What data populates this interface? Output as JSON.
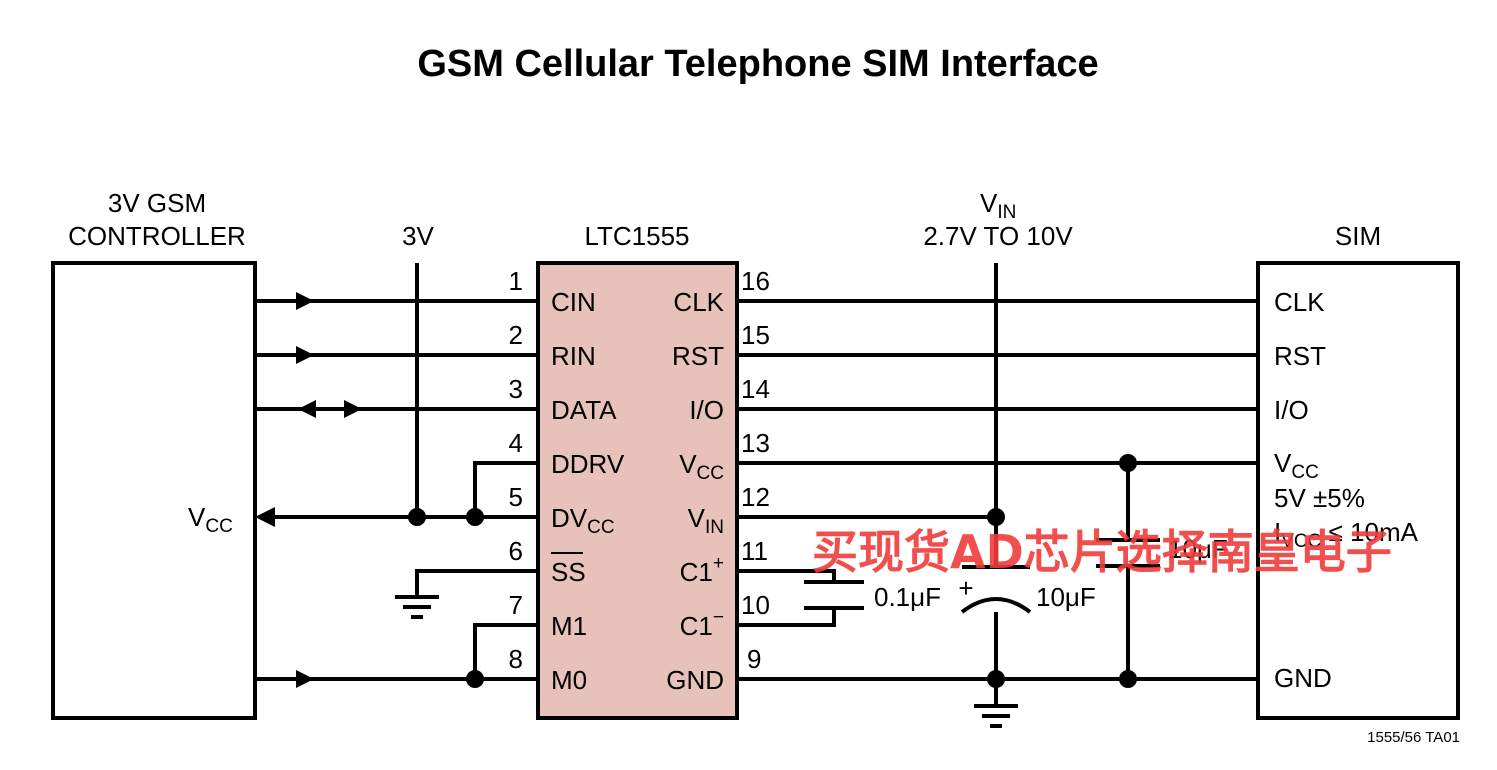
{
  "title": "GSM Cellular Telephone SIM Interface",
  "controller": {
    "label_line1": "3V GSM",
    "label_line2": "CONTROLLER",
    "vcc_main": "V",
    "vcc_sub": "CC"
  },
  "supply_3v": "3V",
  "vin": {
    "main": "V",
    "sub": "IN",
    "range": "2.7V TO 10V"
  },
  "chip": {
    "name": "LTC1555",
    "fill_color": "#e6c2bb",
    "left_pins": [
      {
        "num": "1",
        "name": "CIN"
      },
      {
        "num": "2",
        "name": "RIN"
      },
      {
        "num": "3",
        "name": "DATA"
      },
      {
        "num": "4",
        "name": "DDRV"
      },
      {
        "num": "5",
        "name": "DV",
        "sub": "CC"
      },
      {
        "num": "6",
        "name": "SS"
      },
      {
        "num": "7",
        "name": "M1"
      },
      {
        "num": "8",
        "name": "M0"
      }
    ],
    "right_pins": [
      {
        "num": "16",
        "name": "CLK"
      },
      {
        "num": "15",
        "name": "RST"
      },
      {
        "num": "14",
        "name": "I/O"
      },
      {
        "num": "13",
        "name": "V",
        "sub": "CC"
      },
      {
        "num": "12",
        "name": "V",
        "sub": "IN"
      },
      {
        "num": "11",
        "name": "C1",
        "sup": "+"
      },
      {
        "num": "10",
        "name": "C1",
        "sup": "−"
      },
      {
        "num": "9",
        "name": "GND"
      }
    ]
  },
  "sim": {
    "label": "SIM",
    "clk": "CLK",
    "rst": "RST",
    "io": "I/O",
    "vcc_main": "V",
    "vcc_sub": "CC",
    "vcc_spec": "5V ±5%",
    "icc_main": "I",
    "icc_sub": "VCC",
    "icc_spec": " ≤ 10mA",
    "gnd": "GND"
  },
  "caps": {
    "flying": "0.1μF",
    "vin": "10μF",
    "vcc": "10μF",
    "polarity": "+"
  },
  "figure_id": "1555/56 TA01",
  "watermark": "买现货AD芯片选择南皇电子",
  "colors": {
    "chip_fill": "#e6c2bb",
    "watermark": "#ef3b3b"
  }
}
